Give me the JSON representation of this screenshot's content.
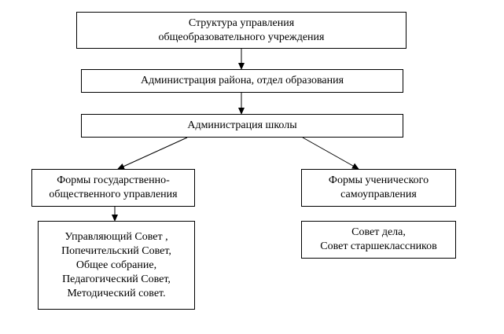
{
  "diagram": {
    "nodes": {
      "structure": "Структура управления\nобщеобразовательного учреждения",
      "admin_district": "Администрация района, отдел образования",
      "admin_school": "Администрация школы",
      "forms_gov": "Формы государственно-\nобщественного управления",
      "forms_student": "Формы ученического\nсамоуправления",
      "councils": "Управляющий Совет ,\nПопечительский Совет,\nОбщее собрание,\nПедагогический Совет,\nМетодический совет.",
      "student_councils": "Совет дела,\nСовет старшеклассников"
    },
    "edges": [
      {
        "from": "structure",
        "to": "admin_district"
      },
      {
        "from": "admin_district",
        "to": "admin_school"
      },
      {
        "from": "admin_school",
        "to": "forms_gov"
      },
      {
        "from": "admin_school",
        "to": "forms_student"
      },
      {
        "from": "forms_gov",
        "to": "councils"
      }
    ]
  }
}
